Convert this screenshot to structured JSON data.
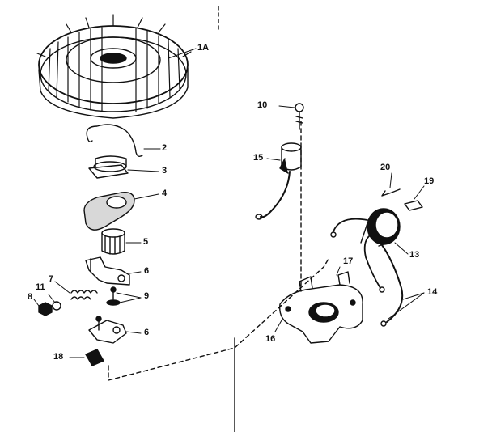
{
  "callouts": {
    "c1A": "1A",
    "c2": "2",
    "c3": "3",
    "c4": "4",
    "c5": "5",
    "c6a": "6",
    "c6b": "6",
    "c7": "7",
    "c8": "8",
    "c9": "9",
    "c10": "10",
    "c11": "11",
    "c13": "13",
    "c14": "14",
    "c15": "15",
    "c16": "16",
    "c17": "17",
    "c18": "18",
    "c19": "19",
    "c20": "20"
  },
  "colors": {
    "ink": "#111111",
    "paper": "#ffffff",
    "pad": "#d8d8d8"
  }
}
